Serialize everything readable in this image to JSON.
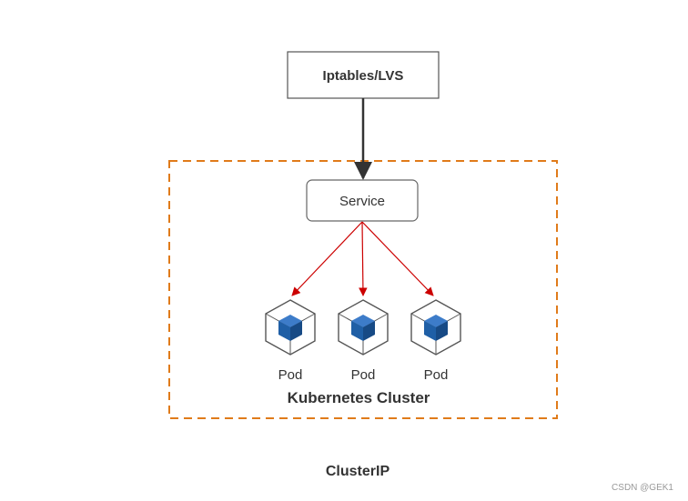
{
  "top_box": {
    "label": "Iptables/LVS"
  },
  "service_box": {
    "label": "Service"
  },
  "pods": [
    {
      "label": "Pod"
    },
    {
      "label": "Pod"
    },
    {
      "label": "Pod"
    }
  ],
  "cluster": {
    "label": "Kubernetes Cluster"
  },
  "caption": "ClusterIP",
  "watermark": "CSDN @GEK1",
  "colors": {
    "cluster_border": "#e07b1a",
    "service_arrow": "#cc0000",
    "main_arrow": "#333333",
    "pod_cube": "#1f5fa6"
  },
  "icons": [
    "pod-cube-icon",
    "arrow-icon"
  ]
}
